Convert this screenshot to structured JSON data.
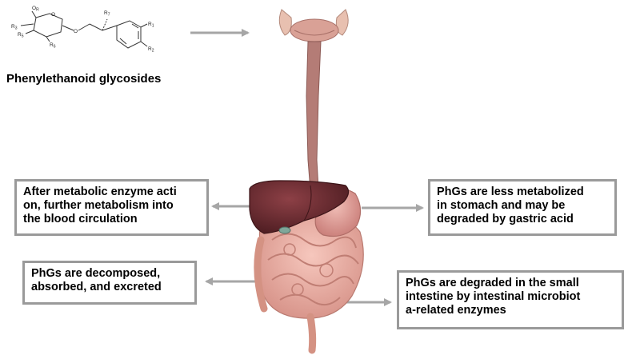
{
  "molecule": {
    "name": "Phenylethanoid glycosides",
    "atoms": {
      "r4": "O",
      "r4sub": "R",
      "r7": "R",
      "r7sub": "7",
      "r3": "R",
      "r3sub": "3",
      "r6": "R",
      "r6sub": "6",
      "r1": "R",
      "r1sub": "1",
      "r2": "R",
      "r2sub": "2",
      "o_ring": "O",
      "o_link": "O",
      "r5": "R",
      "r5sub": "5"
    }
  },
  "boxes": {
    "left_top": "After metabolic enzyme acti\non, further metabolism into\nthe blood circulation",
    "right_top": "PhGs are less metabolized\nin stomach and may be\ndegraded by gastric acid",
    "left_bottom": "PhGs are decomposed,\nabsorbed, and excreted",
    "right_bottom": "PhGs are degraded in the small\nintestine by intestinal microbiot\na-related enzymes"
  },
  "colors": {
    "arrow": "#a6a6a6",
    "box_border": "#9a9a9a",
    "liver": "#6e2e33",
    "stomach": "#d99a95",
    "intestine": "#e6aca2",
    "esophagus": "#b47c76"
  }
}
